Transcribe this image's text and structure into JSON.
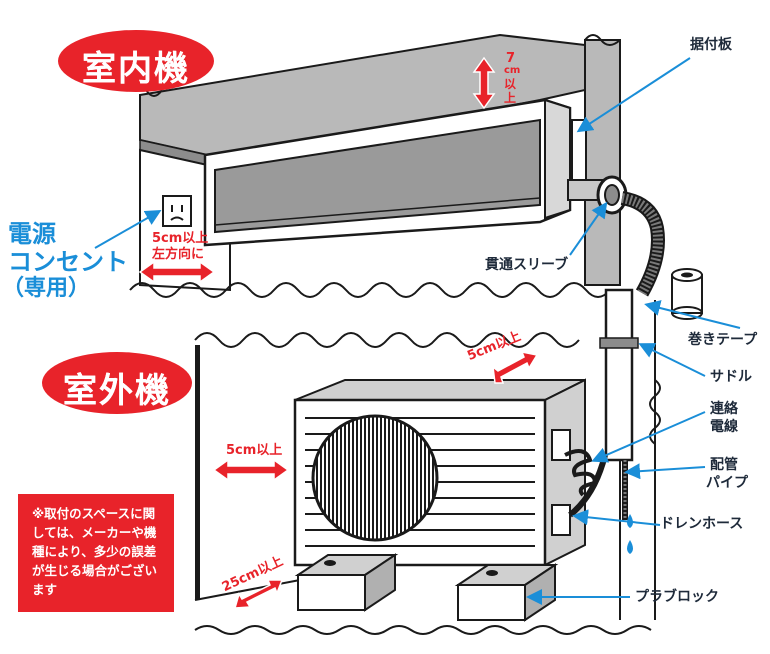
{
  "sections": {
    "indoor": "室内機",
    "outdoor": "室外機"
  },
  "labels": {
    "mounting_plate": "据付板",
    "outlet": [
      "電源",
      "コンセント",
      "（専用）"
    ],
    "sleeve": "貫通スリーブ",
    "wrap_tape": "巻きテープ",
    "saddle": "サドル",
    "connecting_wire": [
      "連絡",
      "電線"
    ],
    "piping": [
      "配管",
      "パイプ"
    ],
    "drain_hose": "ドレンホース",
    "plastic_block": "プラブロック"
  },
  "clearances": {
    "top_7cm": [
      "7",
      "cm",
      "以",
      "上"
    ],
    "left_5cm_indoor": [
      "5cm以上",
      "左方向に"
    ],
    "top_5cm_outdoor": "5cm以上",
    "left_5cm_outdoor": "5cm以上",
    "front_25cm": "25cm以上"
  },
  "note": "※取付のスペースに関しては、メーカーや機種により、多少の誤差が生じる場合がございます",
  "colors": {
    "accent_red": "#e8232a",
    "label_blue": "#1a8ed8",
    "outline": "#1a1a1a",
    "wall_gray": "#b9b9b9",
    "shadow_gray": "#8c8c8c"
  }
}
